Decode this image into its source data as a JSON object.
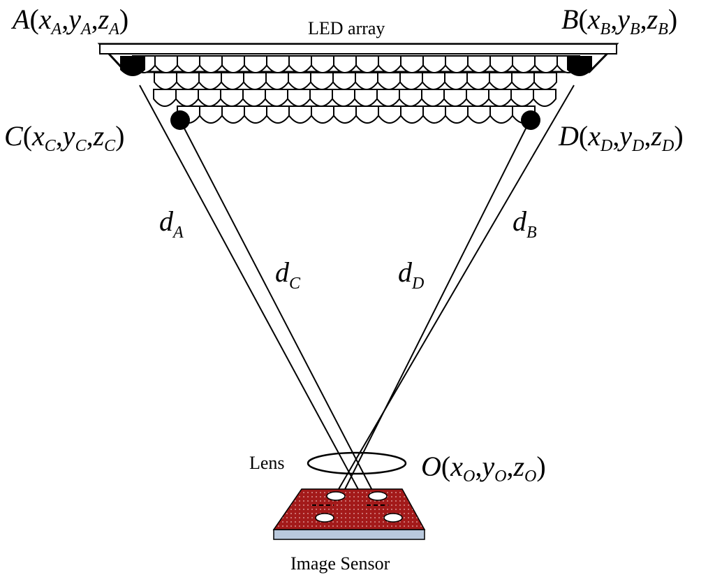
{
  "labels": {
    "led_array": "LED array",
    "lens": "Lens",
    "image_sensor": "Image Sensor"
  },
  "points": {
    "A": {
      "name": "A",
      "x": "x",
      "y": "y",
      "z": "z",
      "sub": "A"
    },
    "B": {
      "name": "B",
      "x": "x",
      "y": "y",
      "z": "z",
      "sub": "B"
    },
    "C": {
      "name": "C",
      "x": "x",
      "y": "y",
      "z": "z",
      "sub": "C"
    },
    "D": {
      "name": "D",
      "x": "x",
      "y": "y",
      "z": "z",
      "sub": "D"
    },
    "O": {
      "name": "O",
      "x": "x",
      "y": "y",
      "z": "z",
      "sub": "O"
    }
  },
  "distances": {
    "dA": {
      "sym": "d",
      "sub": "A"
    },
    "dB": {
      "sym": "d",
      "sub": "B"
    },
    "dC": {
      "sym": "d",
      "sub": "C"
    },
    "dD": {
      "sym": "d",
      "sub": "D"
    }
  },
  "colors": {
    "line": "#000000",
    "sensor_fill": "#a31a1a",
    "sensor_base": "#b9c9dd"
  }
}
